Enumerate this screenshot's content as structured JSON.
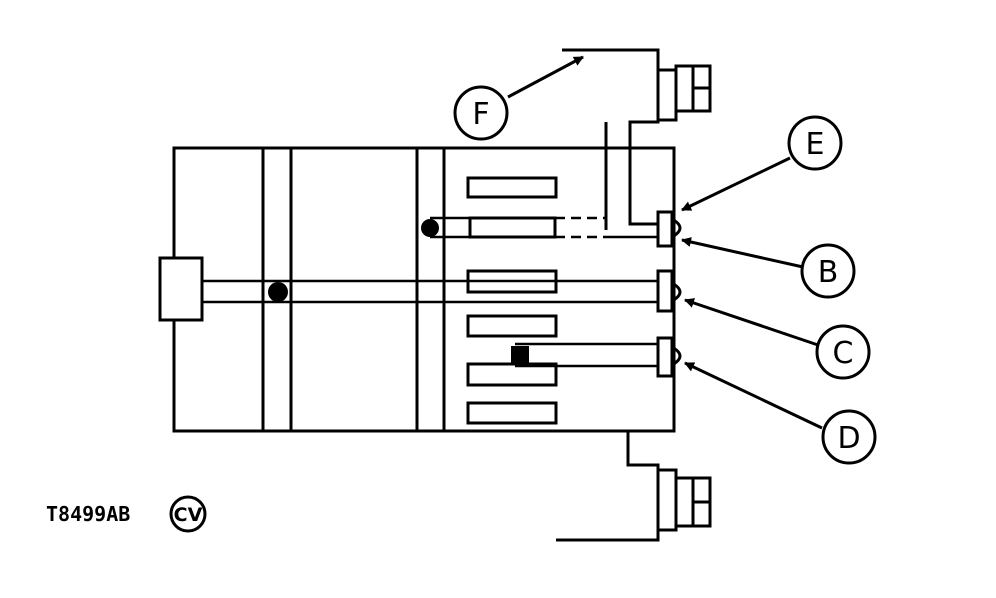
{
  "figure": {
    "callouts": {
      "B": "B",
      "C": "C",
      "D": "D",
      "E": "E",
      "F": "F"
    },
    "figure_code": "T8499AB",
    "cv_mark": "CV"
  }
}
